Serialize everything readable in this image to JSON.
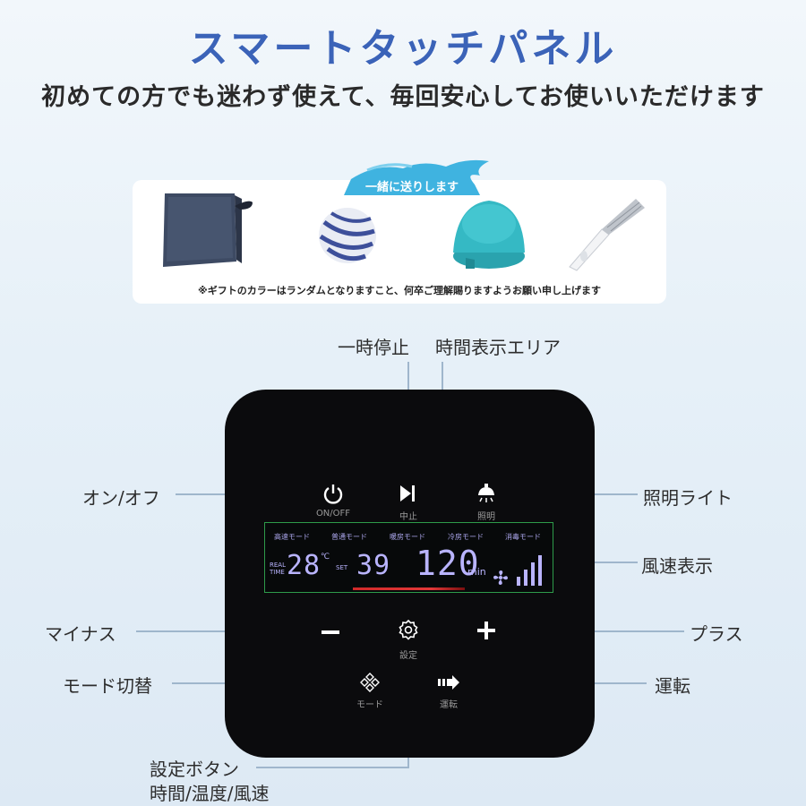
{
  "header": {
    "title": "スマートタッチパネル",
    "subtitle": "初めての方でも迷わず使えて、毎回安心してお使いいただけます"
  },
  "gifts": {
    "banner": "一緒に送りします",
    "note": "※ギフトのカラーはランダムとなりますこと、何卒ご理解賜りますようお願い申し上げます",
    "items": [
      "towel-icon",
      "ball-icon",
      "bath-brush-icon",
      "comb-icon"
    ],
    "colors": {
      "towel": "#3d4a63",
      "brush": "#35b9c4",
      "banner": "#3fb3e0"
    }
  },
  "callouts": {
    "pause": "一時停止",
    "time_area": "時間表示エリア",
    "on_off": "オン/オフ",
    "light": "照明ライト",
    "wind_display": "風速表示",
    "minus": "マイナス",
    "plus": "プラス",
    "mode_switch": "モード切替",
    "run": "運転",
    "set_button_1": "設定ボタン",
    "set_button_2": "時間/温度/風速"
  },
  "panel": {
    "on_off_label": "ON/OFF",
    "stop_label": "中止",
    "light_label": "照明",
    "set_label": "設定",
    "mode_label": "モード",
    "run_label": "運転",
    "modes": [
      "高速モード",
      "普通モード",
      "暖房モード",
      "冷房モード",
      "消毒モード"
    ],
    "real_time_1": "REAL",
    "real_time_2": "TIME",
    "temperature": "28",
    "temp_unit": "℃",
    "set_tag": "SET",
    "set_value": "39",
    "time_value": "120",
    "time_unit": "min",
    "wind_level": 4,
    "lcd_color": "#b9b4ff",
    "lcd_border_color": "#2e9b4a"
  }
}
